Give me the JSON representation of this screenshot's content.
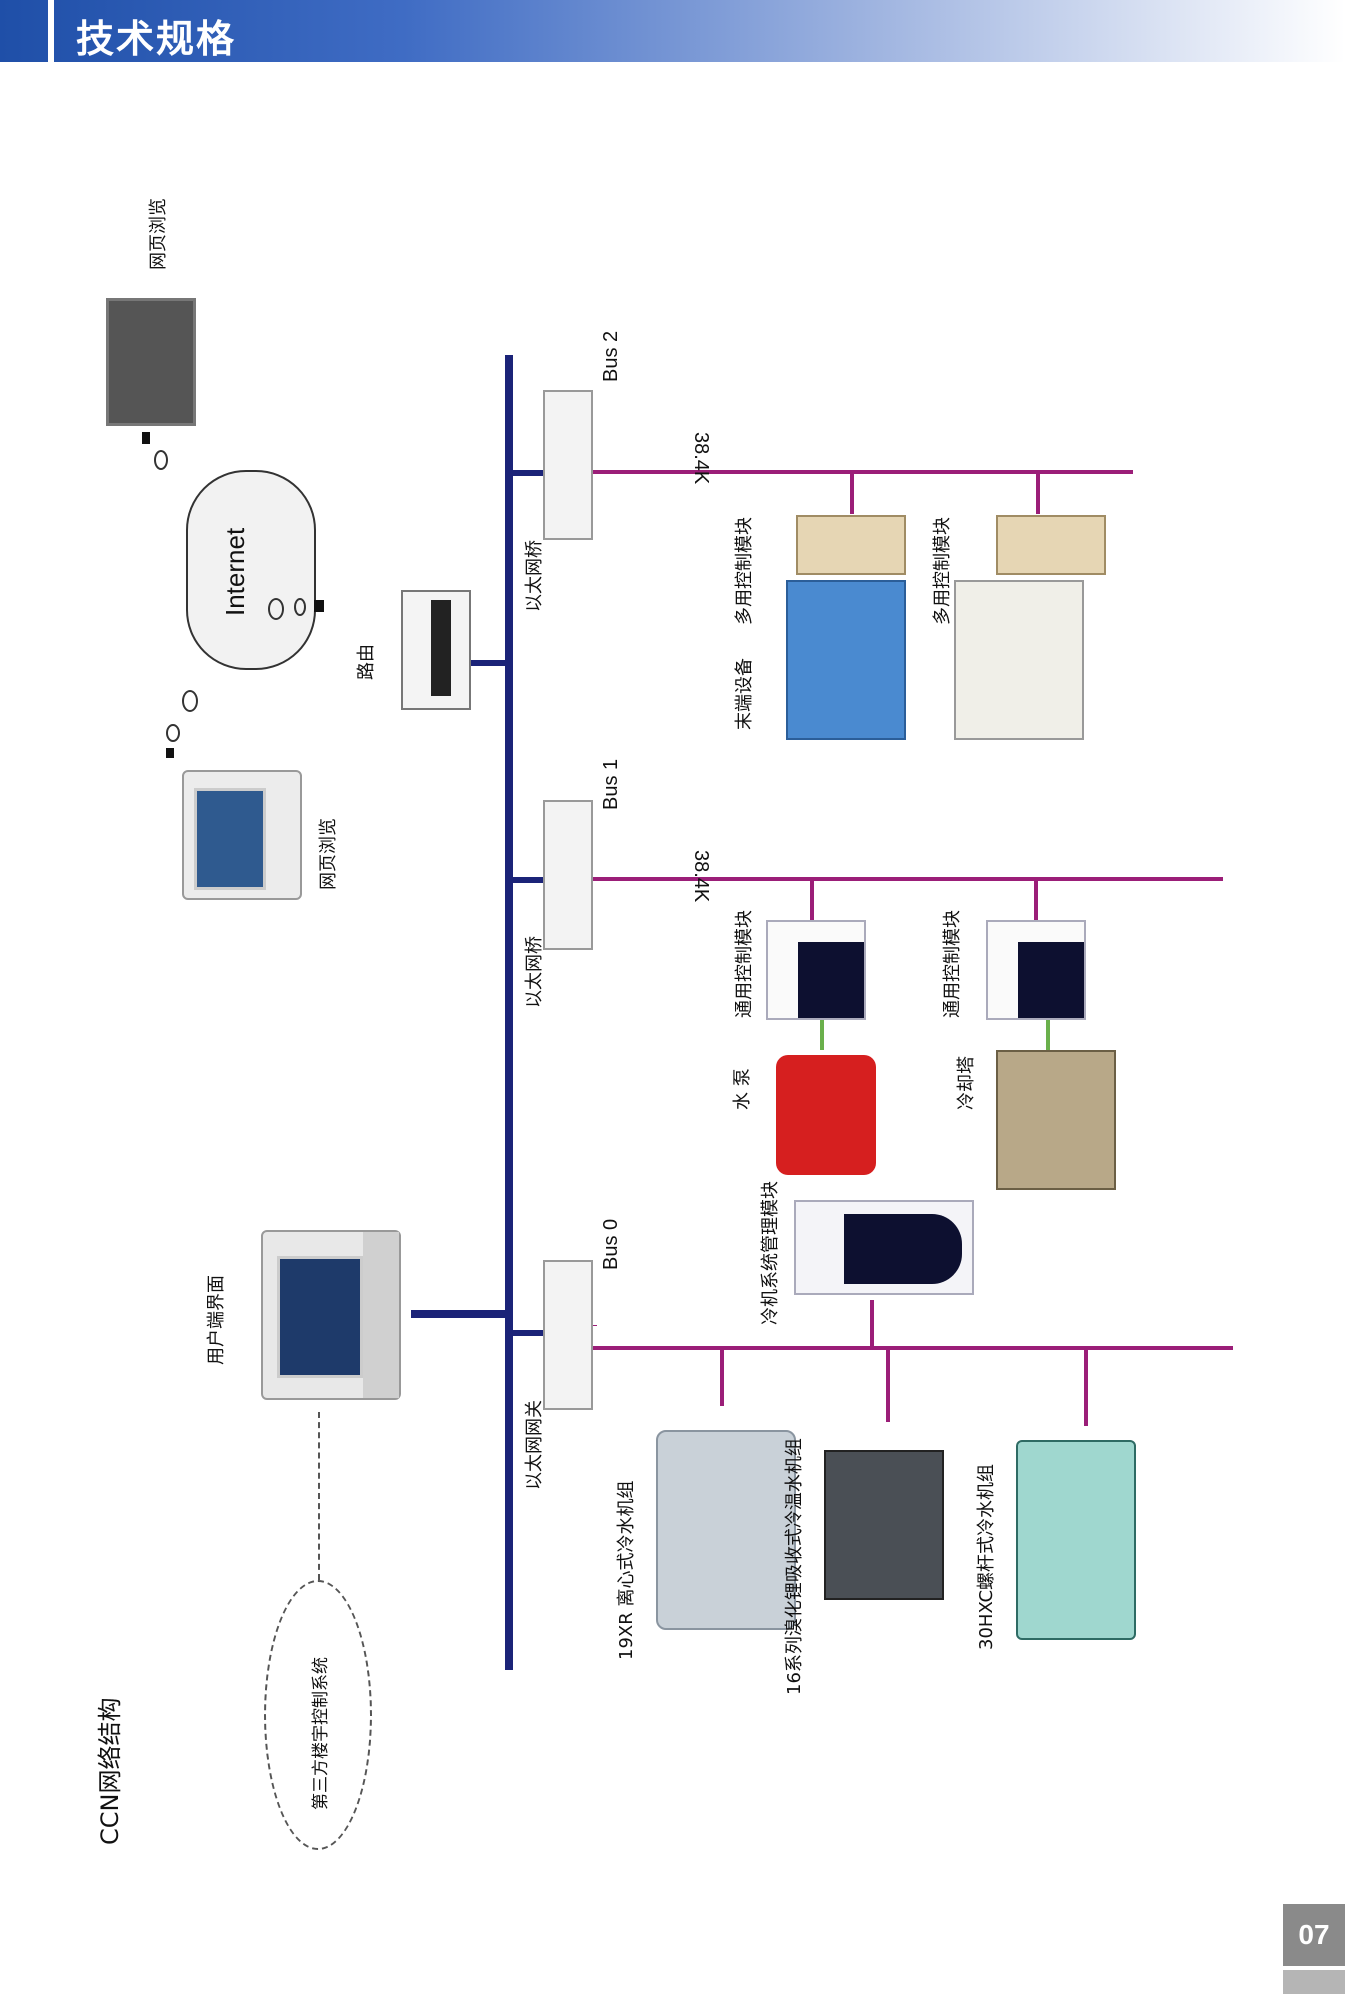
{
  "header": {
    "title": "技术规格"
  },
  "diagram": {
    "title": "CCN网络结构",
    "third_party": "第三方楼宇控制系统",
    "user_interface": "用户端界面",
    "web_browse_1": "网页浏览",
    "web_browse_2": "网页浏览",
    "router": "路由",
    "internet": "Internet",
    "gateway": "以太网网关",
    "bridge_1": "以太网桥",
    "bridge_2": "以太网桥",
    "bus_0": "Bus 0",
    "bus_1": "Bus 1",
    "bus_2": "Bus 2",
    "speed_1": "38.4K",
    "speed_2": "38.4K",
    "chiller_19xr": "19XR 离心式冷水机组",
    "chiller_16": "16系列溴化锂吸收式冷温水机组",
    "chiller_30hxc": "30HXC螺杆式冷水机组",
    "chiller_mgmt": "冷机系统管理模块",
    "water_pump": "水  泵",
    "cooling_tower": "冷却塔",
    "general_module_1": "通用控制模块",
    "general_module_2": "通用控制模块",
    "terminal_equipment": "末端设备",
    "multi_module_1": "多用控制模块",
    "multi_module_2": "多用控制模块"
  },
  "page_number": "07",
  "colors": {
    "bus": "#1b2378",
    "branch": "#9b1e78",
    "header": "#1f4fa8"
  }
}
